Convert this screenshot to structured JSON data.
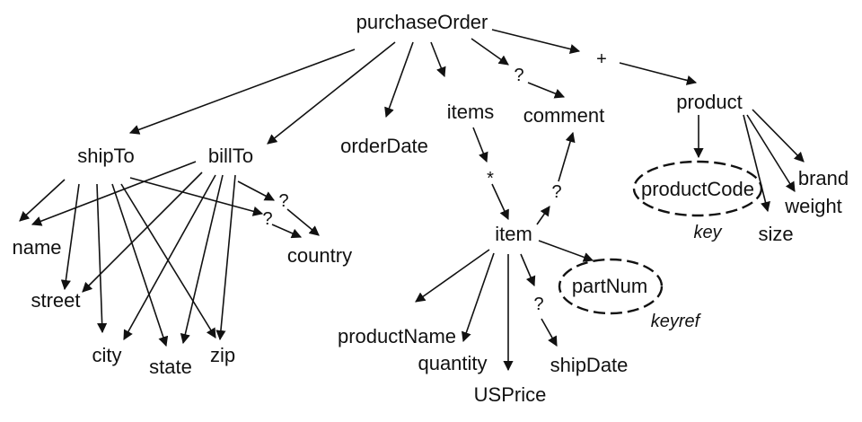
{
  "nodes": {
    "purchaseOrder": "purchaseOrder",
    "shipTo": "shipTo",
    "billTo": "billTo",
    "orderDate": "orderDate",
    "items": "items",
    "comment": "comment",
    "product": "product",
    "name": "name",
    "street": "street",
    "city": "city",
    "state": "state",
    "zip": "zip",
    "country": "country",
    "item": "item",
    "productName": "productName",
    "quantity": "quantity",
    "USPrice": "USPrice",
    "shipDate": "shipDate",
    "partNum": "partNum",
    "productCode": "productCode",
    "size": "size",
    "weight": "weight",
    "brand": "brand"
  },
  "markers": {
    "plus": "+",
    "optional": "?",
    "star": "*"
  },
  "annotations": {
    "key": "key",
    "keyref": "keyref"
  }
}
